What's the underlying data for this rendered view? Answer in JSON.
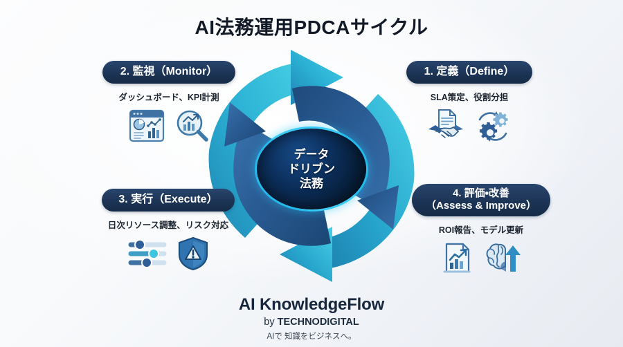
{
  "page": {
    "title": "AI法務運用PDCAサイクル",
    "background_color": "#f7f9fb",
    "accent_navy": "#1c3455",
    "accent_cyan": "#2bb8dd",
    "accent_blue": "#2c5a8f"
  },
  "hub": {
    "name": "data-driven-legal-core",
    "lines": [
      "データ",
      "ドリブン",
      "法務"
    ],
    "ring_color": "#22c5f5",
    "fill_color": "#071e38"
  },
  "quadrants": [
    {
      "id": "monitor",
      "label": "2. 監視（Monitor）",
      "label_line2": "",
      "subtitle": "ダッシュボード、KPI計測",
      "icons": [
        "dashboard-chart-icon",
        "magnifier-chart-icon"
      ]
    },
    {
      "id": "define",
      "label": "1. 定義（Define）",
      "label_line2": "",
      "subtitle": "SLA策定、役割分担",
      "icons": [
        "handshake-document-icon",
        "gears-cycle-icon"
      ]
    },
    {
      "id": "execute",
      "label": "3. 実行（Execute）",
      "label_line2": "",
      "subtitle": "日次リソース調整、リスク対応",
      "icons": [
        "sliders-icon",
        "shield-warning-icon"
      ]
    },
    {
      "id": "assess",
      "label": "4. 評価・改善",
      "label_line2": "（Assess & Improve）",
      "subtitle": "ROI報告、モデル更新",
      "icons": [
        "report-growth-icon",
        "brain-arrow-icon"
      ]
    }
  ],
  "cycle": {
    "name": "pdca-cycle-arrows",
    "arrow_count": 4,
    "outer_color": "#2bb8dd",
    "inner_color": "#2c5a8f",
    "direction": "clockwise"
  },
  "footer": {
    "brand": "AI KnowledgeFlow",
    "by_prefix": "by ",
    "by_company": "TECHNODIGITAL",
    "tagline": "AIで 知識をビジネスへ。"
  }
}
